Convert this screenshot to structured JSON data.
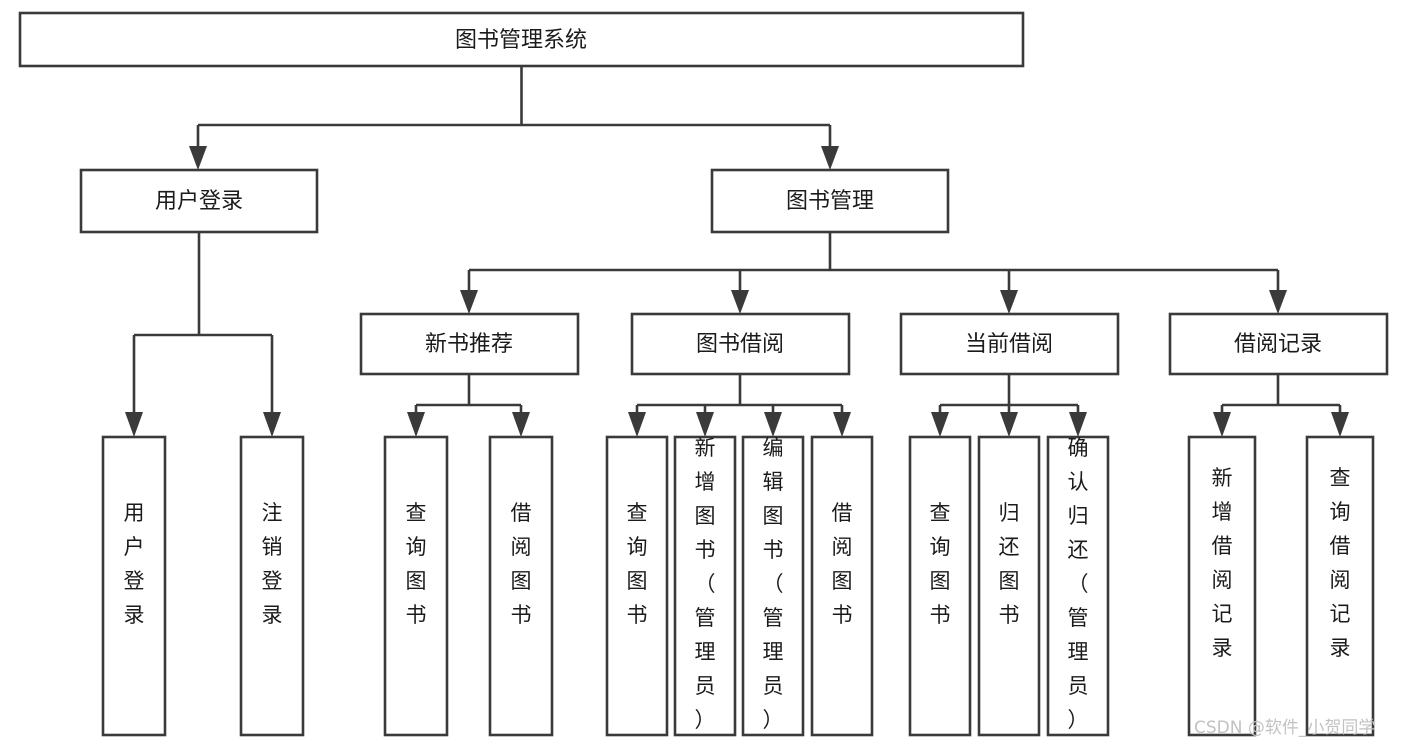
{
  "diagram": {
    "title": "图书管理系统",
    "type": "tree-hierarchy",
    "watermark": "CSDN @软件_小贺同学",
    "colors": {
      "stroke": "#3a3a3a",
      "fill": "#ffffff",
      "text": "#1b1b1b",
      "watermark": "#c2c2c2",
      "background": "#ffffff"
    },
    "root": {
      "label": "图书管理系统"
    },
    "level2": [
      {
        "label": "用户登录"
      },
      {
        "label": "图书管理"
      }
    ],
    "level3": [
      {
        "label": "新书推荐"
      },
      {
        "label": "图书借阅"
      },
      {
        "label": "当前借阅"
      },
      {
        "label": "借阅记录"
      }
    ],
    "leaves": {
      "user_login": [
        {
          "label": "用户登录"
        },
        {
          "label": "注销登录"
        }
      ],
      "new_book_recommend": [
        {
          "label": "查询图书"
        },
        {
          "label": "借阅图书"
        }
      ],
      "book_borrow": [
        {
          "label": "查询图书"
        },
        {
          "label": "新增图书（管理员）"
        },
        {
          "label": "编辑图书（管理员）"
        },
        {
          "label": "借阅图书"
        }
      ],
      "current_borrow": [
        {
          "label": "查询图书"
        },
        {
          "label": "归还图书"
        },
        {
          "label": "确认归还（管理员）"
        }
      ],
      "borrow_records": [
        {
          "label": "新增借阅记录"
        },
        {
          "label": "查询借阅记录"
        }
      ]
    }
  }
}
